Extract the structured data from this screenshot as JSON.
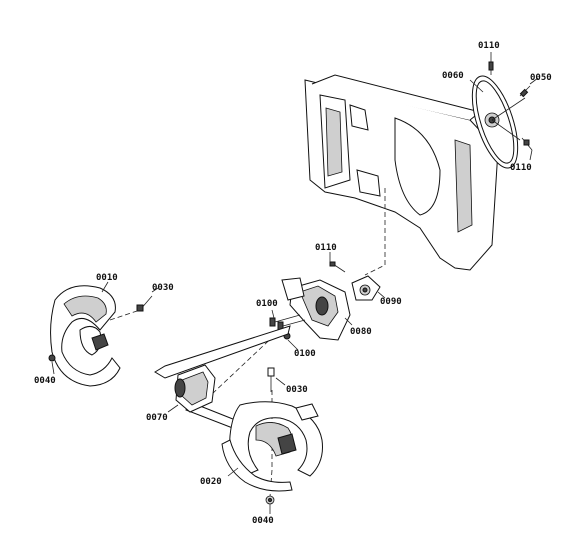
{
  "labels": {
    "p0110_top": "0110",
    "p0050": "0050",
    "p0060": "0060",
    "p0110_right": "0110",
    "p0110_mid": "0110",
    "p0090": "0090",
    "p0080": "0080",
    "p0100_a": "0100",
    "p0100_b": "0100",
    "p0010": "0010",
    "p0030_left": "0030",
    "p0040_left": "0040",
    "p0070": "0070",
    "p0030_bottom": "0030",
    "p0020": "0020",
    "p0040_bottom": "0040"
  },
  "colors": {
    "line": "#222222",
    "fill": "#ffffff",
    "shade": "#cfcfcf",
    "dark": "#444444"
  }
}
